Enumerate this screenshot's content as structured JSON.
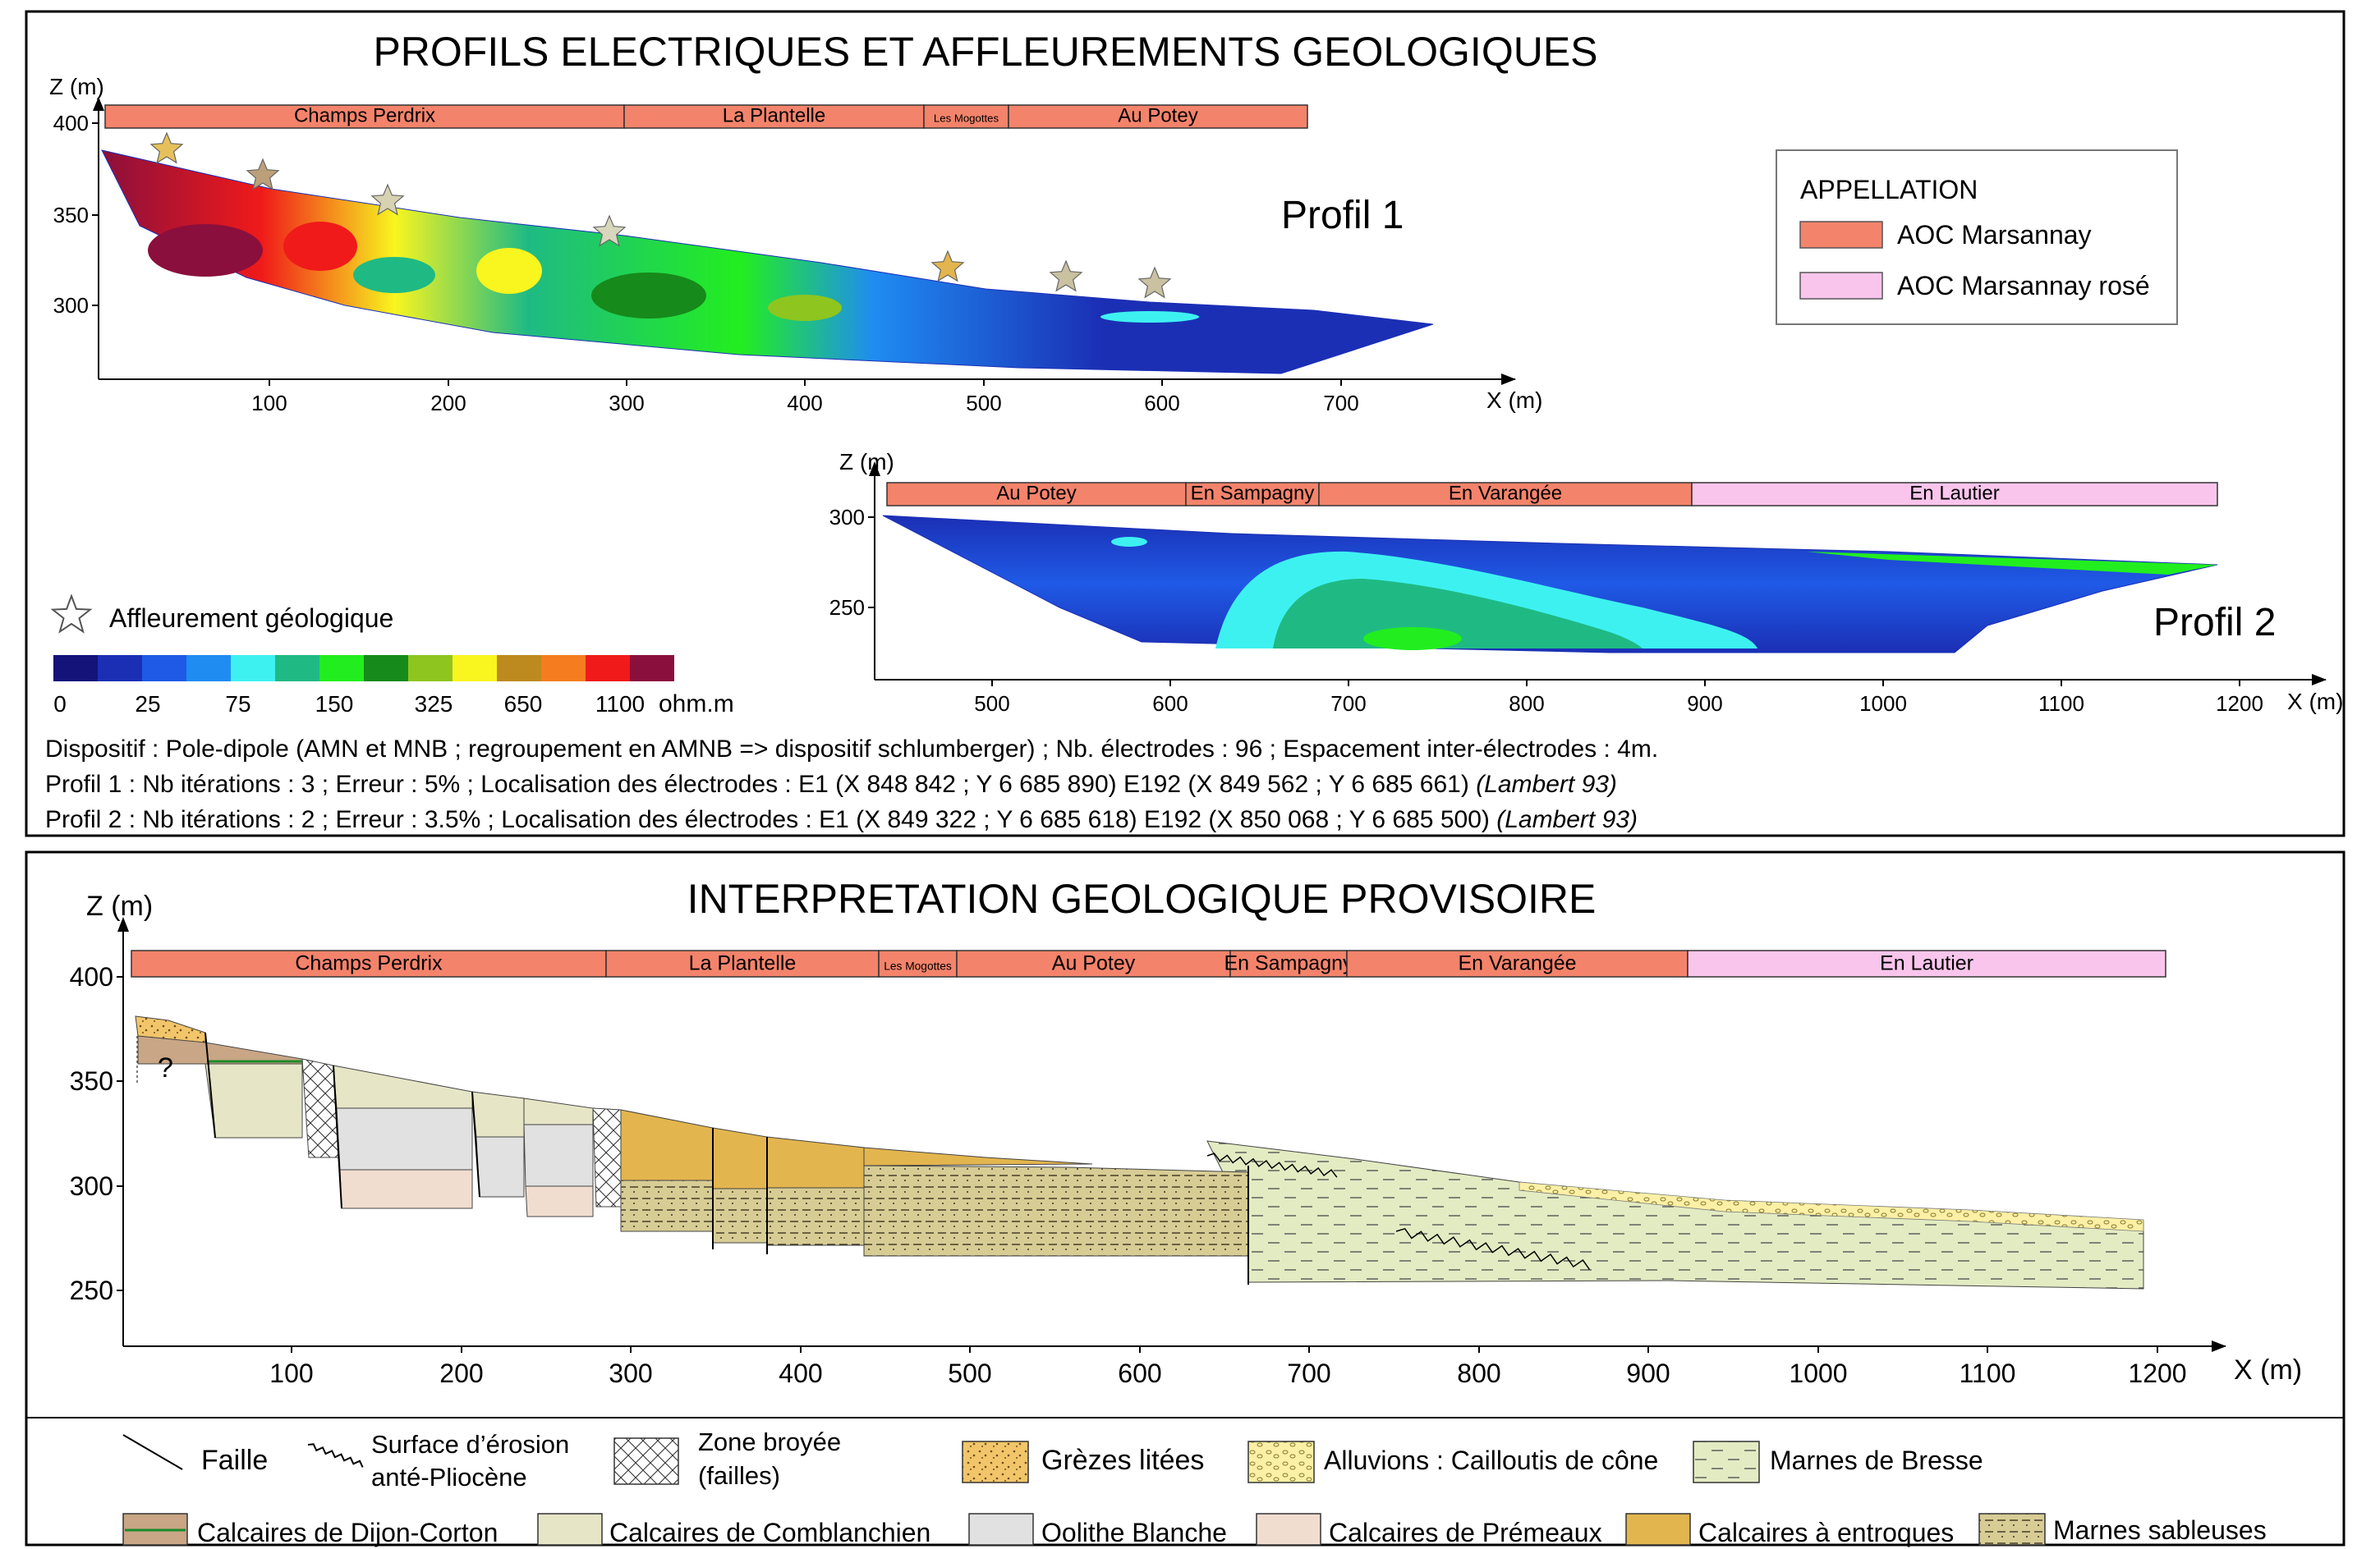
{
  "section1": {
    "title": "PROFILS ELECTRIQUES ET AFFLEUREMENTS GEOLOGIQUES",
    "profile1": {
      "name": "Profil 1",
      "z_label": "Z (m)",
      "x_label": "X (m)",
      "z_ticks": [
        "400",
        "350",
        "300"
      ],
      "x_ticks": [
        "100",
        "200",
        "300",
        "400",
        "500",
        "600",
        "700"
      ],
      "lieux": [
        "Champs Perdrix",
        "La Plantelle",
        "Les Mogottes",
        "Au Potey"
      ]
    },
    "profile2": {
      "name": "Profil 2",
      "z_label": "Z (m)",
      "x_label": "X (m)",
      "z_ticks": [
        "300",
        "250"
      ],
      "x_ticks": [
        "500",
        "600",
        "700",
        "800",
        "900",
        "1000",
        "1100",
        "1200"
      ],
      "lieux": [
        "Au Potey",
        "En Sampagny",
        "En Varangée",
        "En Lautier"
      ]
    },
    "appellation": {
      "title": "APPELLATION",
      "items": [
        {
          "label": "AOC Marsannay",
          "color": "#f4836b"
        },
        {
          "label": "AOC Marsannay rosé",
          "color": "#f9c5ec"
        }
      ]
    },
    "affleurement_label": "Affleurement géologique",
    "colorscale": {
      "colors": [
        "#13137a",
        "#1b2fb5",
        "#1f5ae6",
        "#1f8cf2",
        "#3ef1f1",
        "#1fba84",
        "#22ee1f",
        "#168a1a",
        "#8ec51f",
        "#f8f51f",
        "#bd8a1f",
        "#f57d1f",
        "#f01a1a",
        "#8b0f3c"
      ],
      "labels": [
        "0",
        "25",
        "75",
        "150",
        "325",
        "650",
        "1100"
      ],
      "unit": "ohm.m"
    },
    "notes": [
      {
        "text": "Dispositif : Pole-dipole (AMN et MNB ; regroupement en AMNB => dispositif schlumberger) ; Nb. électrodes : 96 ; Espacement inter-électrodes : 4m.",
        "italic": ""
      },
      {
        "text": "Profil 1 : Nb itérations : 3 ; Erreur : 5% ; Localisation des électrodes : E1 (X 848 842 ; Y 6 685 890) E192 (X 849 562 ; Y  6 685 661) ",
        "italic": "(Lambert 93)"
      },
      {
        "text": "Profil 2 : Nb itérations : 2 ; Erreur : 3.5% ; Localisation des électrodes : E1 (X 849 322 ; Y  6 685 618) E192 (X 850 068 ; Y  6 685 500) ",
        "italic": "(Lambert 93)"
      }
    ]
  },
  "section2": {
    "title": "INTERPRETATION GEOLOGIQUE PROVISOIRE",
    "z_label": "Z (m)",
    "x_label": "X (m)",
    "z_ticks": [
      "400",
      "350",
      "300",
      "250"
    ],
    "x_ticks": [
      "100",
      "200",
      "300",
      "400",
      "500",
      "600",
      "700",
      "800",
      "900",
      "1000",
      "1100",
      "1200"
    ],
    "lieux": [
      "Champs Perdrix",
      "La Plantelle",
      "Les Mogottes",
      "Au Potey",
      "En Sampagny",
      "En Varangée",
      "En Lautier"
    ],
    "question_mark": "?"
  },
  "legend": {
    "row1": [
      {
        "key": "faille",
        "label": "Faille"
      },
      {
        "key": "erosion",
        "label": "Surface d’érosion",
        "label2": "anté-Pliocène"
      },
      {
        "key": "broyee",
        "label": "Zone broyée",
        "label2": "(failles)"
      },
      {
        "key": "grezes",
        "label": "Grèzes litées",
        "color": "#f2c56a"
      },
      {
        "key": "alluvions",
        "label": "Alluvions : Cailloutis de cône",
        "color": "#fbf0a5"
      },
      {
        "key": "bresse",
        "label": "Marnes de Bresse",
        "color": "#e3ebc2"
      }
    ],
    "row2": [
      {
        "key": "dijon",
        "label": "Calcaires de Dijon-Corton",
        "color": "#c9a685"
      },
      {
        "key": "comblanchien",
        "label": "Calcaires de Comblanchien",
        "color": "#e6e5c6"
      },
      {
        "key": "oolithe",
        "label": "Oolithe Blanche",
        "color": "#e1e1e1"
      },
      {
        "key": "premeaux",
        "label": "Calcaires de Prémeaux",
        "color": "#f1ddd0"
      },
      {
        "key": "entroques",
        "label": "Calcaires à entroques",
        "color": "#e3b54e"
      },
      {
        "key": "sableuses",
        "label": "Marnes sableuses",
        "color": "#d7cc94"
      }
    ]
  }
}
